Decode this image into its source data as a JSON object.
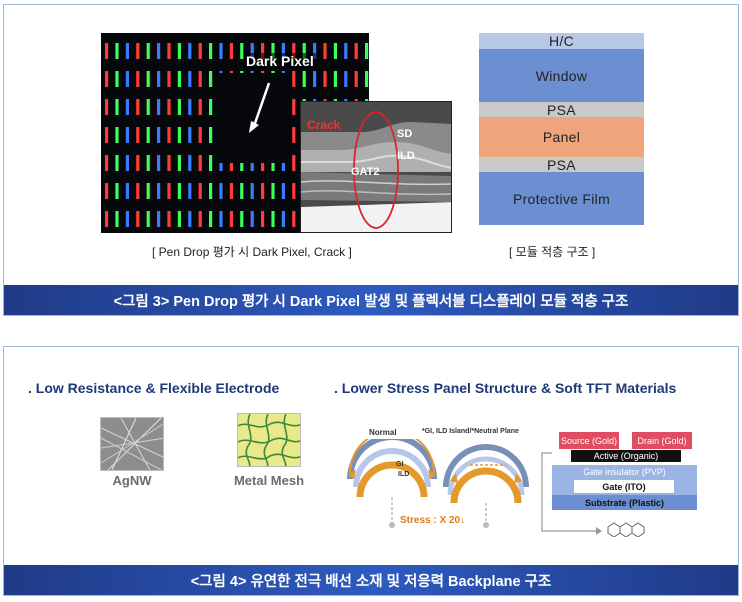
{
  "figure3": {
    "photo_label": "Dark Pixel",
    "inset": {
      "crack_label": "Crack",
      "sd_label": "SD",
      "ild_label": "ILD",
      "gat2_label": "GAT2"
    },
    "left_caption": "[ Pen Drop 평가 시 Dark Pixel, Crack ]",
    "stack_caption": "[ 모듈 적층 구조 ]",
    "stack_layers": [
      {
        "label": "H/C",
        "color": "#b6c8e6"
      },
      {
        "label": "Window",
        "color": "#6b8fd1"
      },
      {
        "label": "PSA",
        "color": "#c9c9c9"
      },
      {
        "label": "Panel",
        "color": "#f0a47c"
      },
      {
        "label": "PSA",
        "color": "#c9c9c9"
      },
      {
        "label": "Protective Film",
        "color": "#6b8fd1"
      }
    ],
    "banner": "<그림 3> Pen Drop 평가 시 Dark Pixel 발생 및 플렉서블 디스플레이 모듈 적층 구조"
  },
  "figure4": {
    "left_title": ". Low Resistance & Flexible Electrode",
    "agnw_label": "AgNW",
    "metal_mesh_label": "Metal Mesh",
    "right_title": ". Lower Stress Panel Structure & Soft TFT Materials",
    "normal_label": "Normal",
    "island_label": "*GI, ILD Island/*Neutral Plane",
    "gi_label": "GI",
    "ild_label": "ILD",
    "stress_label": "Stress : X 20↓",
    "tft": {
      "source": "Source (Gold)",
      "drain": "Drain (Gold)",
      "active": "Active (Organic)",
      "gate_insulator": "Gate insulator (PVP)",
      "gate": "Gate (ITO)",
      "substrate": "Substrate (Plastic)"
    },
    "banner": "<그림 4> 유연한 전극 배선 소재 및 저응력 Backplane 구조"
  }
}
